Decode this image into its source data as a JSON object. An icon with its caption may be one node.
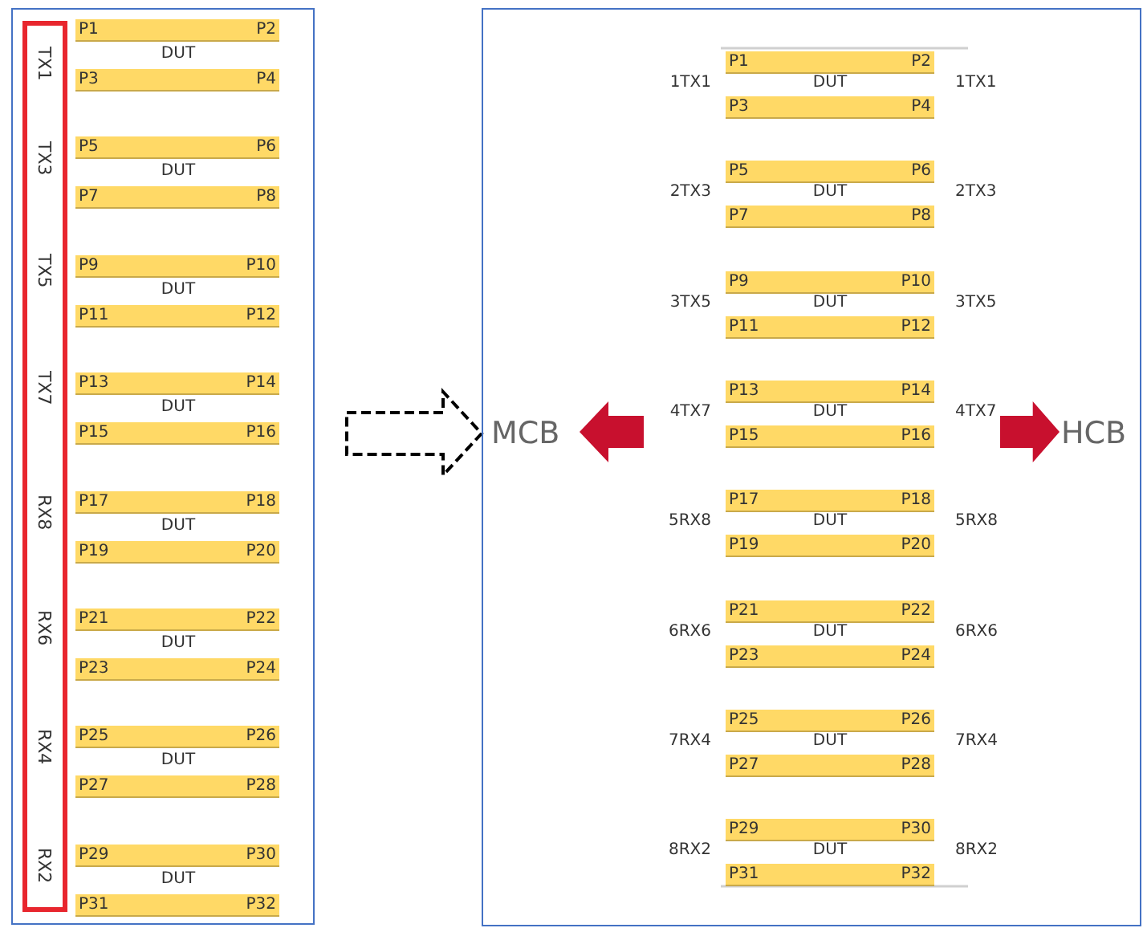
{
  "diagram": {
    "nodes": [
      {
        "text": [],
        "shape": "box"
      },
      {
        "text": [
          "TX1",
          "TX3",
          "TX5",
          "TX7",
          "RX8",
          "RX6",
          "RX4",
          "RX2"
        ],
        "in": 0
      },
      {
        "text": [
          "P1",
          "P2"
        ],
        "in": 0
      },
      {
        "text": [
          "P3",
          "P4"
        ],
        "in": 0
      },
      {
        "text": [
          "P5",
          "P6"
        ],
        "in": 0
      },
      {
        "text": [
          "P7",
          "P8"
        ],
        "in": 0
      },
      {
        "text": [
          "P9",
          "P10"
        ],
        "in": 0
      },
      {
        "text": [
          "P11",
          "P12"
        ],
        "in": 0
      },
      {
        "text": [
          "P13",
          "P14"
        ],
        "in": 0
      },
      {
        "text": [
          "P15",
          "P16"
        ],
        "in": 0
      },
      {
        "text": [
          "P17",
          "P18"
        ],
        "in": 0
      },
      {
        "text": [
          "P19",
          "P20"
        ],
        "in": 0
      },
      {
        "text": [
          "P21",
          "P22"
        ],
        "in": 0
      },
      {
        "text": [
          "P23",
          "P24"
        ],
        "in": 0
      },
      {
        "text": [
          "P25",
          "P26"
        ],
        "in": 0
      },
      {
        "text": [
          "P27",
          "P28"
        ],
        "in": 0
      },
      {
        "text": [
          "P29",
          "P30"
        ],
        "in": 0
      },
      {
        "text": [
          "P31",
          "P32"
        ],
        "in": 0
      },
      {
        "text": [],
        "shape": "box"
      },
      {
        "text": [
          "MCB"
        ],
        "in": 18
      },
      {
        "text": [
          "P1",
          "P2"
        ],
        "in": 18
      },
      {
        "text": [
          "P3",
          "P4"
        ],
        "in": 18
      },
      {
        "text": [
          "P5",
          "P6"
        ],
        "in": 18
      },
      {
        "text": [
          "P7",
          "P8"
        ],
        "in": 18
      },
      {
        "text": [
          "P9",
          "P10"
        ],
        "in": 18
      },
      {
        "text": [
          "P11",
          "P12"
        ],
        "in": 18
      },
      {
        "text": [
          "P13",
          "P14"
        ],
        "in": 18
      },
      {
        "text": [
          "P15",
          "P16"
        ],
        "in": 18
      },
      {
        "text": [
          "P17",
          "P18"
        ],
        "in": 18
      },
      {
        "text": [
          "P19",
          "P20"
        ],
        "in": 18
      },
      {
        "text": [
          "P21",
          "P22"
        ],
        "in": 18
      },
      {
        "text": [
          "P23",
          "P24"
        ],
        "in": 18
      },
      {
        "text": [
          "P25",
          "P26"
        ],
        "in": 18
      },
      {
        "text": [
          "P27",
          "P28"
        ],
        "in": 18
      },
      {
        "text": [
          "P29",
          "P30"
        ],
        "in": 18
      },
      {
        "text": [
          "P31",
          "P32"
        ],
        "in": 18
      },
      {
        "text": [
          "HCB"
        ],
        "in": 18
      }
    ],
    "edges": [
      {
        "from": 0,
        "to": 18,
        "arrow": "to",
        "style": "dashed",
        "color": "#000000"
      },
      {
        "from": null,
        "to": 19,
        "arrow": "to",
        "style": "thick",
        "color": "#c8102e"
      },
      {
        "from": null,
        "to": 36,
        "arrow": "to",
        "style": "thick",
        "color": "#c8102e"
      }
    ],
    "labels": [
      "DUT",
      "DUT",
      "DUT",
      "DUT",
      "DUT",
      "DUT",
      "DUT",
      "DUT",
      "1TX1",
      "DUT",
      "1TX1",
      "2TX3",
      "DUT",
      "2TX3",
      "3TX5",
      "DUT",
      "3TX5",
      "4TX7",
      "DUT",
      "4TX7",
      "5RX8",
      "DUT",
      "5RX8",
      "6RX6",
      "DUT",
      "6RX6",
      "7RX4",
      "DUT",
      "7RX4",
      "8RX2",
      "DUT",
      "8RX2"
    ]
  }
}
